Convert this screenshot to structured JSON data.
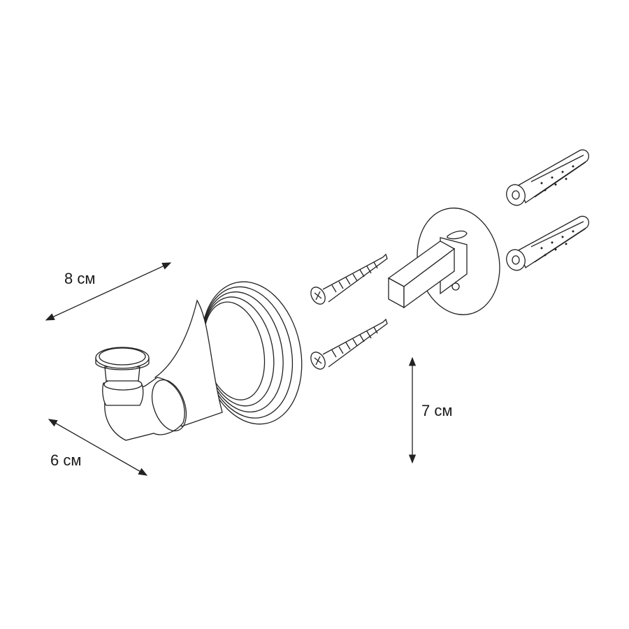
{
  "dimensions": {
    "width_label": "8 см",
    "depth_label": "6 см",
    "height_label": "7 см"
  },
  "parts": [
    "robe-hook",
    "screw",
    "screw",
    "mounting-bracket",
    "wall-anchor",
    "wall-anchor"
  ],
  "line_color": "#222222"
}
